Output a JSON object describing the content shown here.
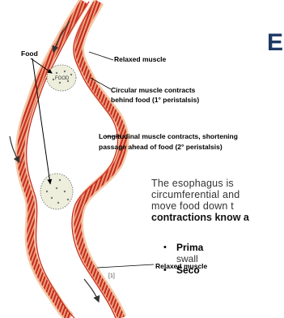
{
  "title_fragment": "E",
  "labels": {
    "food": "Food",
    "relaxed_top": "Relaxed muscle",
    "circular_1": "Circular muscle contracts",
    "circular_2": "behind food (1° peristalsis)",
    "longitudinal_1": "Longitudinal muscle contracts, shortening",
    "longitudinal_2": "passage ahead of food (2° peristalsis)",
    "relaxed_bottom": "Relaxed muscle",
    "reference": "[1]",
    "bolus_text": "FOOD"
  },
  "paragraph": {
    "line1": "The esophagus is",
    "line2": "circumferential and",
    "line3": "move food down t",
    "line4_bold": "contractions know a"
  },
  "bullets": [
    {
      "bold": "Prima",
      "rest": "swall"
    },
    {
      "bold": "Seco",
      "rest": ""
    }
  ],
  "colors": {
    "muscle_red": "#c7281f",
    "muscle_light": "#f3c9a8",
    "title_blue": "#1f3864"
  }
}
